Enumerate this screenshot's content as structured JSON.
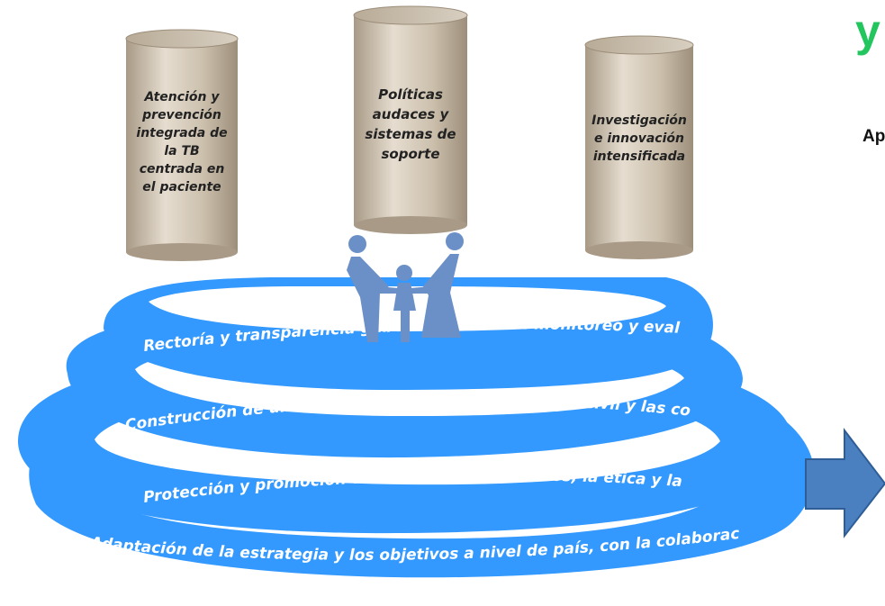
{
  "pillars": [
    {
      "label": "Atención y prevención integrada de la TB centrada en el paciente"
    },
    {
      "label": "Políticas audaces y sistemas de soporte"
    },
    {
      "label": "Investigación e innovación intensificada"
    }
  ],
  "rings": [
    {
      "label": "Rectoría y transparencia gubernamental con monitoreo y evaluación"
    },
    {
      "label": "Construcción de una fuerte coalición con la sociedad civil y las comunidades"
    },
    {
      "label": "Protección y promoción de los derechos humanos, la ética y la equidad"
    },
    {
      "label": "Adaptación de la estrategia y los objetivos a nivel de país, con la colaboración mundial"
    }
  ],
  "side": {
    "green_letter": "y",
    "text": "Ap"
  },
  "colors": {
    "ring": "#3399ff",
    "pillar": "#cbbfac",
    "people": "#6b8fc7",
    "arrow": "#4a7fc0",
    "green": "#22c55e"
  },
  "icons": [
    "people-icon",
    "right-arrow-icon"
  ]
}
